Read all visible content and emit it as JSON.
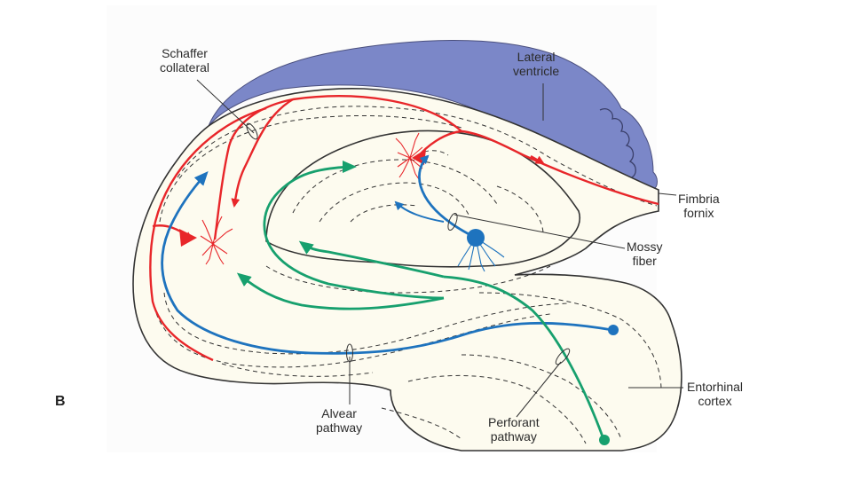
{
  "figure": {
    "panel_letter": "B",
    "colors": {
      "ventricle": "#7b87c8",
      "tissue": "#fdfbef",
      "outline": "#333333",
      "red_pathway": "#e8262a",
      "blue_pathway": "#1e73be",
      "green_pathway": "#17a06e",
      "leader": "#333333"
    },
    "labels": {
      "schaffer": [
        "Schaffer",
        "collateral"
      ],
      "lateral_ventricle": [
        "Lateral",
        "ventricle"
      ],
      "fimbria": [
        "Fimbria",
        "fornix"
      ],
      "mossy": [
        "Mossy",
        "fiber"
      ],
      "entorhinal": [
        "Entorhinal",
        "cortex"
      ],
      "alvear": [
        "Alvear",
        "pathway"
      ],
      "perforant": [
        "Perforant",
        "pathway"
      ]
    }
  }
}
